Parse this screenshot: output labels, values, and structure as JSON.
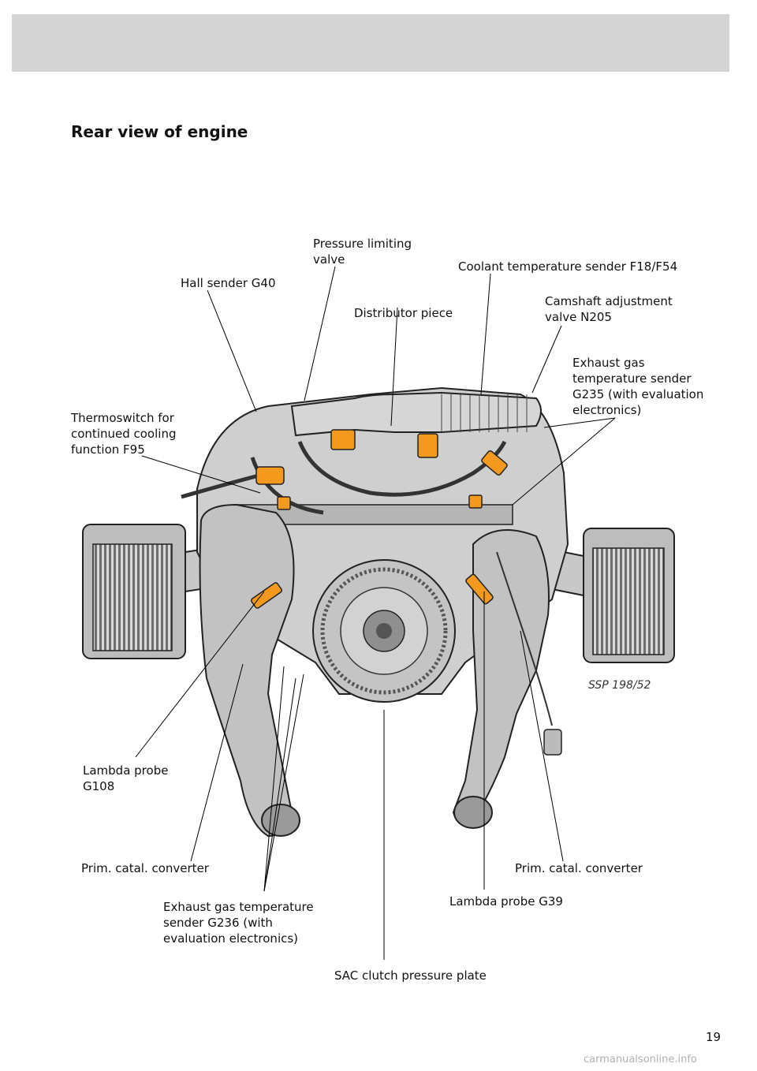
{
  "page": {
    "title": "Rear view of engine",
    "figure_ref": "SSP 198/52",
    "page_number": "19",
    "watermark": "carmanualsonline.info"
  },
  "colors": {
    "header_band": "#d4d4d4",
    "engine_body": "#cfcfcf",
    "engine_dark": "#8a8a8a",
    "highlight_orange": "#f39a1e",
    "leader_line": "#000000"
  },
  "labels": {
    "hall_sender": "Hall sender G40",
    "pressure_valve": "Pressure limiting\nvalve",
    "coolant_sender": "Coolant temperature sender F18/F54",
    "distributor": "Distributor piece",
    "camshaft_valve": "Camshaft adjustment\nvalve N205",
    "exhaust_gas_g235": "Exhaust gas\ntemperature sender\nG235 (with evaluation\nelectronics)",
    "thermoswitch": "Thermoswitch for\ncontinued cooling\nfunction F95",
    "lambda_g108": "Lambda probe\nG108",
    "prim_catal_left": "Prim. catal. converter",
    "prim_catal_right": "Prim. catal. converter",
    "exhaust_gas_g236": "Exhaust gas temperature\nsender G236 (with\nevaluation electronics)",
    "lambda_g39": "Lambda probe G39",
    "sac_clutch": "SAC clutch pressure plate"
  }
}
